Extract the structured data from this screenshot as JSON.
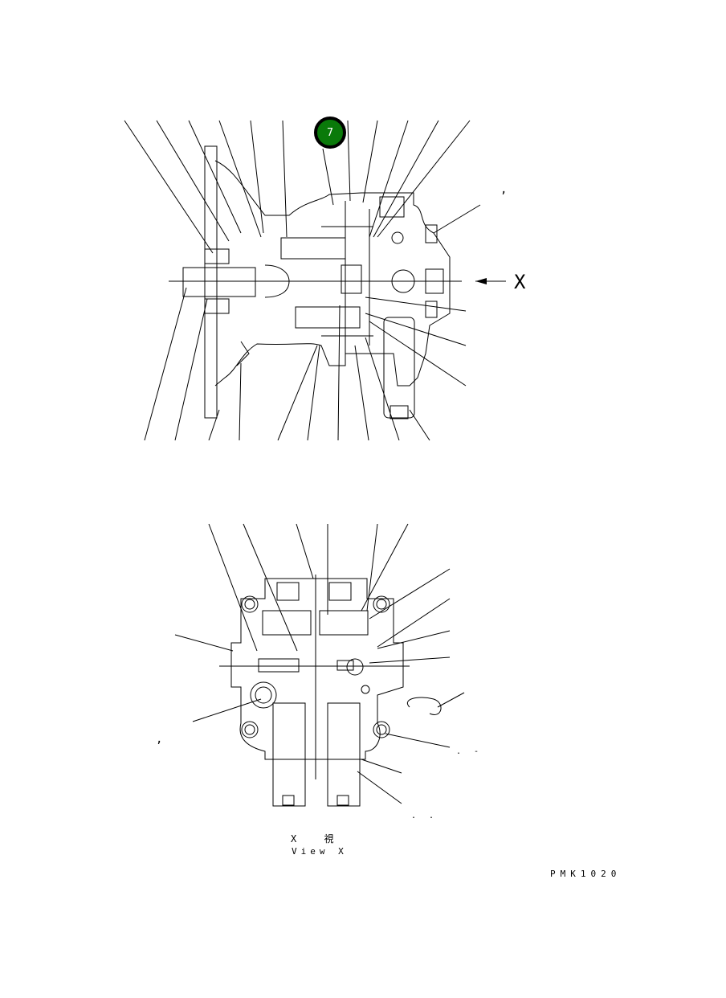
{
  "diagram": {
    "callout": {
      "number": "7",
      "color": "#0a7a0a"
    },
    "view_arrow_label": "X",
    "caption_jp": "X　 視",
    "caption_en": "View X",
    "drawing_code": "PMK1020",
    "stray_marks": [
      ",",
      ",",
      ". -",
      ". ."
    ]
  }
}
